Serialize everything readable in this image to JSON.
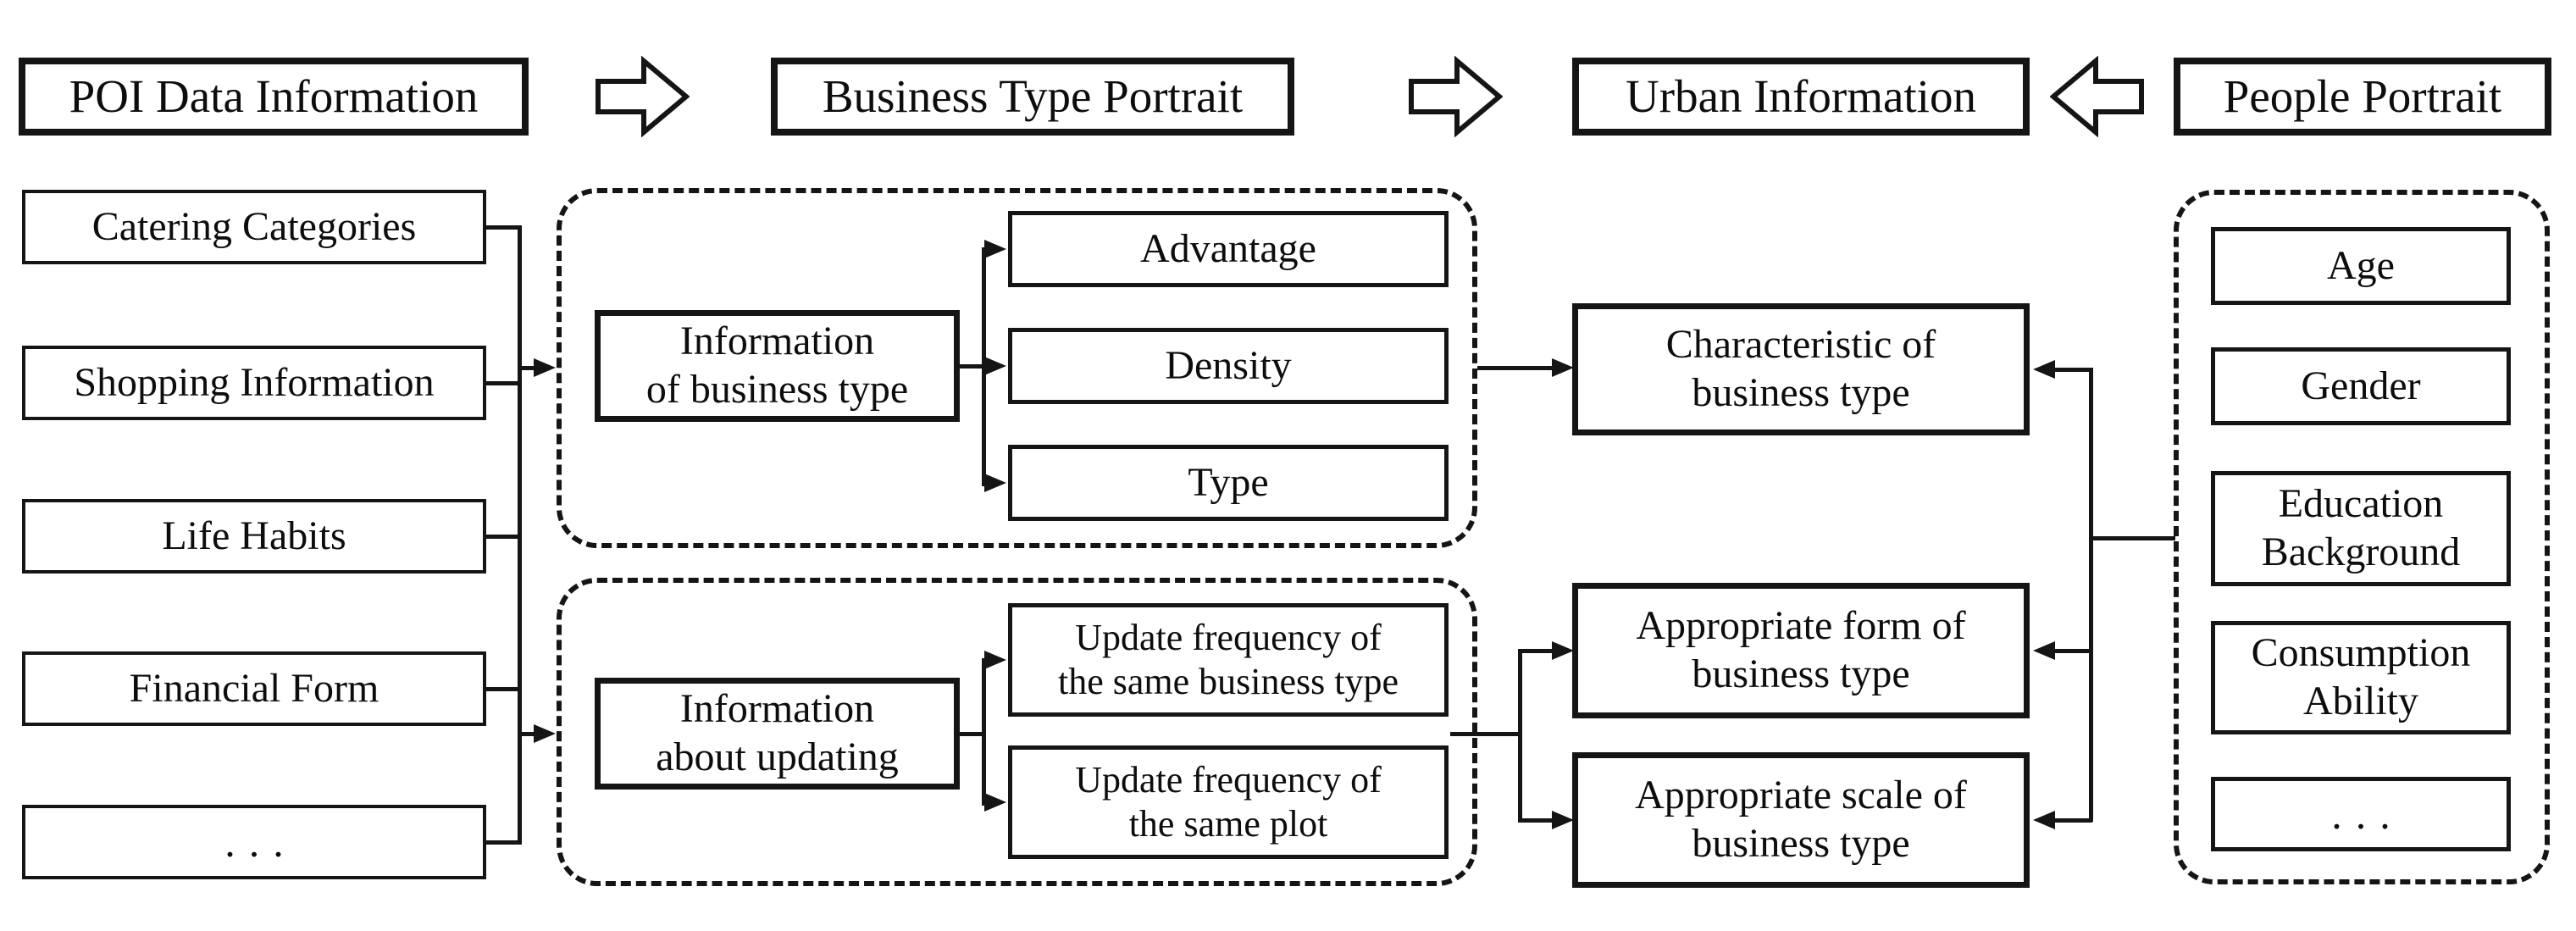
{
  "colors": {
    "ink": "#151515",
    "background": "#ffffff"
  },
  "headers": {
    "poi": "POI Data Information",
    "business": "Business Type Portrait",
    "urban": "Urban Information",
    "people": "People Portrait"
  },
  "poi_column": {
    "catering": "Catering Categories",
    "shopping": "Shopping Information",
    "life": "Life Habits",
    "financial": "Financial Form",
    "more": "..."
  },
  "business_portrait": {
    "info_type": {
      "l1": "Information",
      "l2": "of business type"
    },
    "advantage": "Advantage",
    "density": "Density",
    "type": "Type",
    "info_updating": {
      "l1": "Information",
      "l2": "about updating"
    },
    "update_same_type": {
      "l1": "Update frequency of",
      "l2": "the same business type"
    },
    "update_same_plot": {
      "l1": "Update frequency of",
      "l2": "the same plot"
    }
  },
  "urban": {
    "characteristic": {
      "l1": "Characteristic of",
      "l2": "business type"
    },
    "form": {
      "l1": "Appropriate form of",
      "l2": "business type"
    },
    "scale": {
      "l1": "Appropriate scale of",
      "l2": "business type"
    }
  },
  "people": {
    "age": "Age",
    "gender": "Gender",
    "education": {
      "l1": "Education",
      "l2": "Background"
    },
    "consumption": {
      "l1": "Consumption",
      "l2": "Ability"
    },
    "more": "..."
  }
}
